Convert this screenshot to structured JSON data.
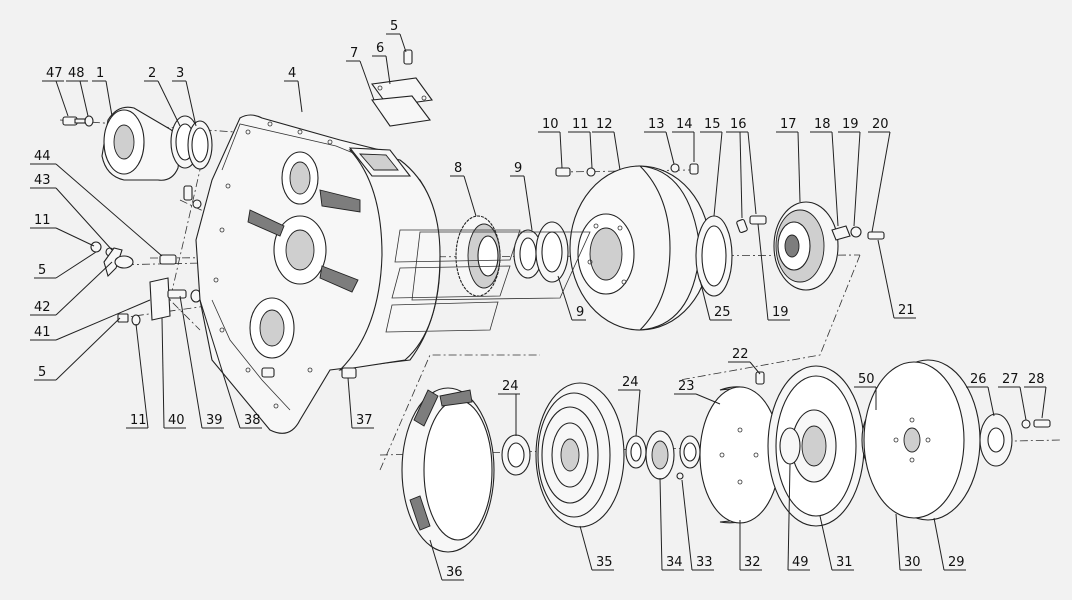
{
  "callouts": [
    "1",
    "2",
    "3",
    "4",
    "5",
    "6",
    "7",
    "8",
    "9",
    "10",
    "11",
    "12",
    "13",
    "14",
    "15",
    "16",
    "17",
    "18",
    "19",
    "20",
    "21",
    "22",
    "23",
    "24",
    "25",
    "26",
    "27",
    "28",
    "29",
    "30",
    "31",
    "32",
    "33",
    "34",
    "35",
    "36",
    "37",
    "38",
    "39",
    "40",
    "41",
    "42",
    "43",
    "44",
    "47",
    "48",
    "49",
    "50"
  ]
}
